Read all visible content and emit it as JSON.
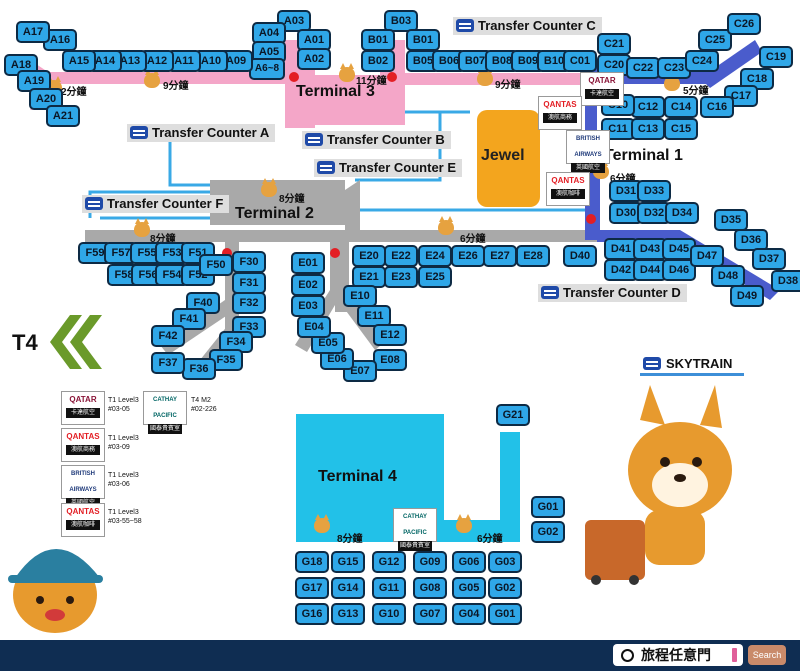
{
  "terminals": {
    "t1": "Terminal 1",
    "t2": "Terminal 2",
    "t3": "Terminal 3",
    "t4": "Terminal 4",
    "t4_tag": "T4",
    "jewel": "Jewel",
    "skytrain": "SKYTRAIN"
  },
  "transfer_counters": {
    "a": "Transfer Counter A",
    "b": "Transfer Counter B",
    "c": "Transfer Counter C",
    "d": "Transfer Counter D",
    "e": "Transfer Counter E",
    "f": "Transfer Counter F"
  },
  "walk_times": {
    "w1": "2分鐘",
    "w2": "9分鐘",
    "w3": "11分鐘",
    "w4": "9分鐘",
    "w5": "5分鐘",
    "w6": "8分鐘",
    "w7": "6分鐘",
    "w8": "6分鐘",
    "w9": "8分鐘",
    "w10": "8分鐘",
    "w11": "6分鐘"
  },
  "gates": {
    "g_A01": "A01",
    "g_A02": "A02",
    "g_A03": "A03",
    "g_A04": "A04",
    "g_A05": "A05",
    "g_A06": "A6~8",
    "g_A09": "A09",
    "g_A10": "A10",
    "g_A11": "A11",
    "g_A12": "A12",
    "g_A13": "A13",
    "g_A14": "A14",
    "g_A15": "A15",
    "g_A16": "A16",
    "g_A17": "A17",
    "g_A18": "A18",
    "g_A19": "A19",
    "g_A20": "A20",
    "g_A21": "A21",
    "g_B01a": "B01",
    "g_B02": "B02",
    "g_B03": "B03",
    "g_B01b": "B01",
    "g_B05": "B05",
    "g_B06": "B06",
    "g_B07": "B07",
    "g_B08": "B08",
    "g_B09": "B09",
    "g_B10": "B10",
    "g_C01": "C01",
    "g_C20": "C20",
    "g_C21": "C21",
    "g_C22": "C22",
    "g_C23": "C23",
    "g_C24": "C24",
    "g_C25": "C25",
    "g_C26": "C26",
    "g_C19": "C19",
    "g_C18": "C18",
    "g_C17": "C17",
    "g_C16": "C16",
    "g_C14": "C14",
    "g_C12": "C12",
    "g_C10": "C10",
    "g_C11": "C11",
    "g_C13": "C13",
    "g_C15": "C15",
    "g_D31": "D31",
    "g_D33": "D33",
    "g_D30": "D30",
    "g_D32": "D32",
    "g_D34": "D34",
    "g_D35": "D35",
    "g_D36": "D36",
    "g_D37": "D37",
    "g_D38": "D38",
    "g_D40": "D40",
    "g_D41": "D41",
    "g_D43": "D43",
    "g_D45": "D45",
    "g_D42": "D42",
    "g_D44": "D44",
    "g_D46": "D46",
    "g_D47": "D47",
    "g_D48": "D48",
    "g_D49": "D49",
    "g_E20": "E20",
    "g_E22": "E22",
    "g_E24": "E24",
    "g_E26": "E26",
    "g_E27": "E27",
    "g_E28": "E28",
    "g_E21": "E21",
    "g_E23": "E23",
    "g_E25": "E25",
    "g_E10": "E10",
    "g_E11": "E11",
    "g_E12": "E12",
    "g_E08": "E08",
    "g_E07": "E07",
    "g_E06": "E06",
    "g_E05": "E05",
    "g_E04": "E04",
    "g_E03": "E03",
    "g_E02": "E02",
    "g_E01": "E01",
    "g_F59": "F59",
    "g_F57": "F57",
    "g_F55": "F55",
    "g_F53": "F53",
    "g_F51": "F51",
    "g_F58": "F58",
    "g_F56": "F56",
    "g_F54": "F54",
    "g_F52": "F52",
    "g_F50": "F50",
    "g_F30": "F30",
    "g_F31": "F31",
    "g_F32": "F32",
    "g_F33": "F33",
    "g_F34": "F34",
    "g_F35": "F35",
    "g_F36": "F36",
    "g_F37": "F37",
    "g_F40": "F40",
    "g_F41": "F41",
    "g_F42": "F42",
    "g_G21": "G21",
    "g_G01": "G01",
    "g_G02": "G02",
    "g_G18": "G18",
    "g_G15": "G15",
    "g_G12": "G12",
    "g_G09": "G09",
    "g_G06": "G06",
    "g_G03": "G03",
    "g_G17": "G17",
    "g_G14": "G14",
    "g_G11": "G11",
    "g_G08": "G08",
    "g_G05": "G05",
    "g_G02b": "G02",
    "g_G16": "G16",
    "g_G13": "G13",
    "g_G10": "G10",
    "g_G07": "G07",
    "g_G04": "G04",
    "g_G01b": "G01"
  },
  "lounges": {
    "qatar_t1": {
      "logo": "QATAR",
      "sub": "卡達航空"
    },
    "qantas_t1a": {
      "logo": "QANTAS",
      "sub": "澳航商務"
    },
    "ba_t1": {
      "logo": "BRITISH AIRWAYS",
      "sub": "英國航空"
    },
    "qantas_t1b": {
      "logo": "QANTAS",
      "sub": "澳航咖啡"
    },
    "cathay_t4": {
      "logo": "CATHAY PACIFIC",
      "sub": "國泰貴賓室"
    }
  },
  "legend": {
    "qatar": {
      "logo": "QATAR",
      "sub": "卡達航空",
      "text": "T1 Level3\n#03-05"
    },
    "cathay": {
      "logo": "CATHAY PACIFIC",
      "sub": "國泰貴賓室",
      "text": "T4 M2\n#02-226"
    },
    "qantas_biz": {
      "logo": "QANTAS",
      "sub": "澳航商務",
      "text": "T1 Level3\n#03-09"
    },
    "ba": {
      "logo": "BRITISH AIRWAYS",
      "sub": "英國航空",
      "text": "T1 Level3\n#03-06"
    },
    "qantas_cafe": {
      "logo": "QANTAS",
      "sub": "澳航咖啡",
      "text": "T1 Level3\n#03-55~58"
    }
  },
  "footer": {
    "brand": "旅程任意門",
    "search": "Search"
  },
  "colors": {
    "walkway": "#a9a9a9",
    "t3": "#f4a6c8",
    "t4": "#22c1e8",
    "jewel": "#f3a51e",
    "skytrain": "#4a5ccc",
    "link": "#39a9e6",
    "gate": "#2fa7e8",
    "footer": "#0f2d52"
  }
}
